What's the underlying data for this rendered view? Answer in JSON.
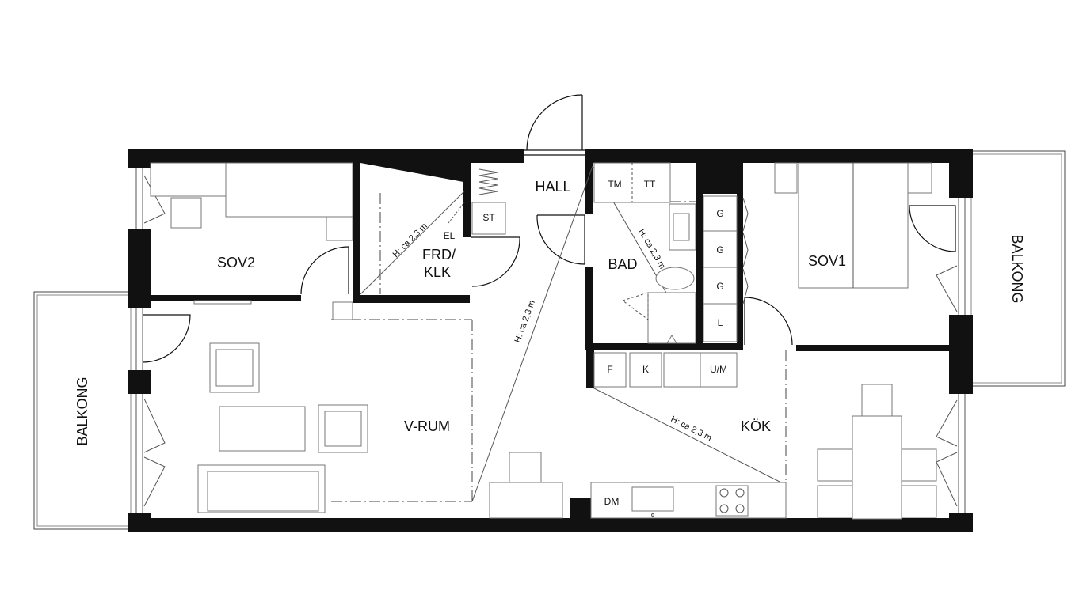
{
  "rooms": {
    "sov2": "SOV2",
    "sov1": "SOV1",
    "frd_klk_line1": "FRD/",
    "frd_klk_line2": "KLK",
    "hall": "HALL",
    "bad": "BAD",
    "v_rum": "V-RUM",
    "kok": "KÖK"
  },
  "balconies": {
    "left": "BALKONG",
    "right": "BALKONG"
  },
  "fixtures": {
    "st": "ST",
    "el": "EL",
    "tm": "TM",
    "tt": "TT",
    "g1": "G",
    "g2": "G",
    "g3": "G",
    "l": "L",
    "f": "F",
    "k": "K",
    "um": "U/M",
    "dm": "DM"
  },
  "ceiling_height_note": "H: ca 2,3 m"
}
